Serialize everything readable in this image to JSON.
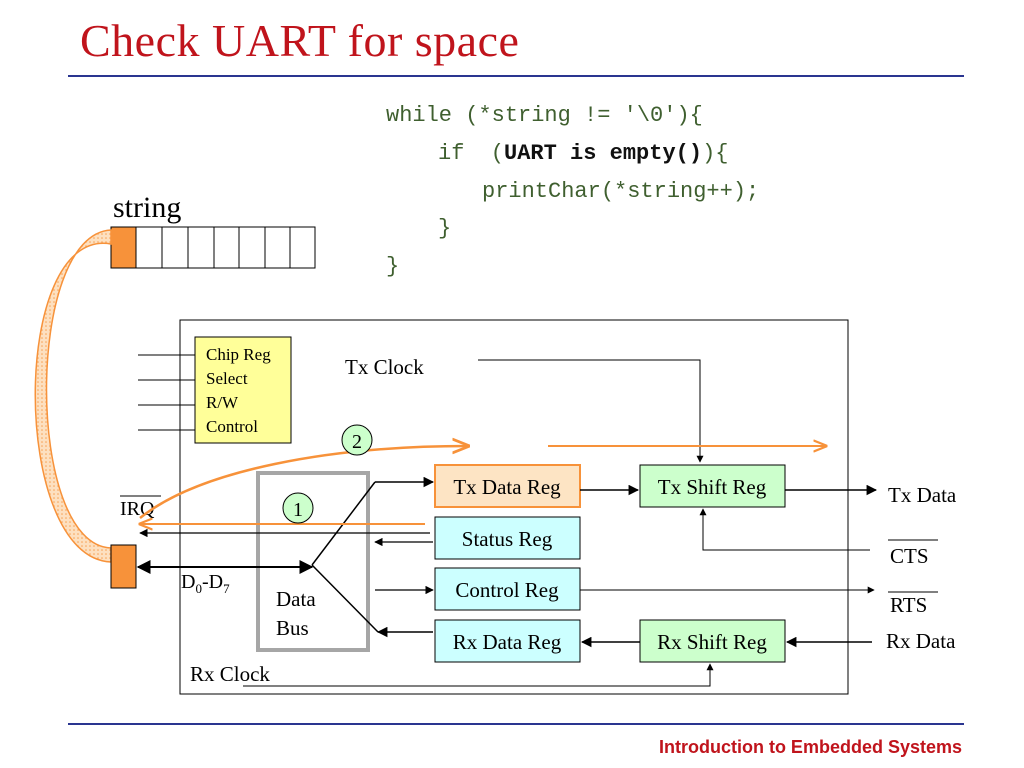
{
  "slide": {
    "title": "Check UART for space",
    "footer": "Introduction to Embedded Systems"
  },
  "code": {
    "line1": "while (*string != '\\0'){",
    "line2_prefix": "if  (",
    "line2_bold": "UART is empty()",
    "line2_suffix": "){",
    "line3": "printChar(*string++);",
    "line4": "}",
    "line5": "}"
  },
  "diagram": {
    "string_label": "string",
    "chip_reg_lines": [
      "Chip Reg",
      "Select",
      "R/W",
      "Control"
    ],
    "tx_clock": "Tx Clock",
    "rx_clock": "Rx Clock",
    "irq": "IRQ",
    "data_bus_line1": "Data",
    "data_bus_line2": "Bus",
    "d_label": "D",
    "d_sub0": "0",
    "d_dash": "-D",
    "d_sub7": "7",
    "registers": {
      "tx_data": "Tx Data Reg",
      "status": "Status Reg",
      "control": "Control Reg",
      "rx_data": "Rx Data Reg",
      "tx_shift": "Tx Shift Reg",
      "rx_shift": "Rx Shift Reg"
    },
    "signals": {
      "tx_data": "Tx Data",
      "cts": "CTS",
      "rts": "RTS",
      "rx_data": "Rx Data"
    },
    "step1": "1",
    "step2": "2"
  },
  "colors": {
    "title": "#c0141c",
    "rule": "#2a3590",
    "orange": "#f7923a",
    "yellow_box": "#ffff99",
    "cyan_box": "#ccffff",
    "green_box": "#ccffcc",
    "peach_box": "#fde4c4"
  }
}
